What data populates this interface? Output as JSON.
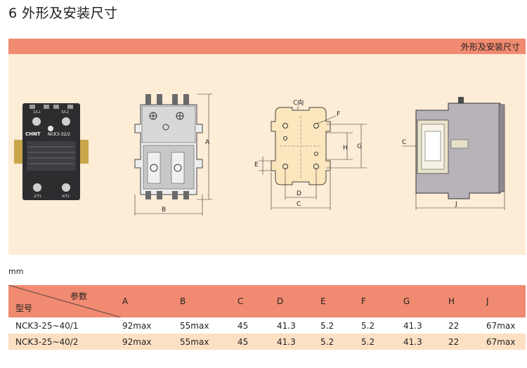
{
  "page": {
    "title": "6 外形及安装尺寸",
    "section_label": "外形及安装尺寸",
    "unit": "mm"
  },
  "product": {
    "brand": "CHNT",
    "model": "NCK3-32/2",
    "terminals_top": [
      "1/L1",
      "3/L2"
    ],
    "terminals_bottom": [
      "2/T1",
      "4/T2"
    ]
  },
  "figure_labels": {
    "front": {
      "height": "A",
      "width": "B"
    },
    "mounting": {
      "view": "C向",
      "c": "C",
      "d": "D",
      "e": "E",
      "f": "F",
      "g": "G",
      "h": "H"
    },
    "side": {
      "c": "C",
      "j": "J"
    }
  },
  "table": {
    "corner_top": "参数",
    "corner_bottom": "型号",
    "columns": [
      "A",
      "B",
      "C",
      "D",
      "E",
      "F",
      "G",
      "H",
      "J"
    ],
    "rows": [
      {
        "model": "NCK3-25~40/1",
        "values": [
          "92max",
          "55max",
          "45",
          "41.3",
          "5.2",
          "5.2",
          "41.3",
          "22",
          "67max"
        ]
      },
      {
        "model": "NCK3-25~40/2",
        "values": [
          "92max",
          "55max",
          "45",
          "41.3",
          "5.2",
          "5.2",
          "41.3",
          "22",
          "67max"
        ]
      }
    ]
  },
  "colors": {
    "header": "#f08a70",
    "panel": "#fdecd6",
    "stripe": "#fce0c4"
  }
}
